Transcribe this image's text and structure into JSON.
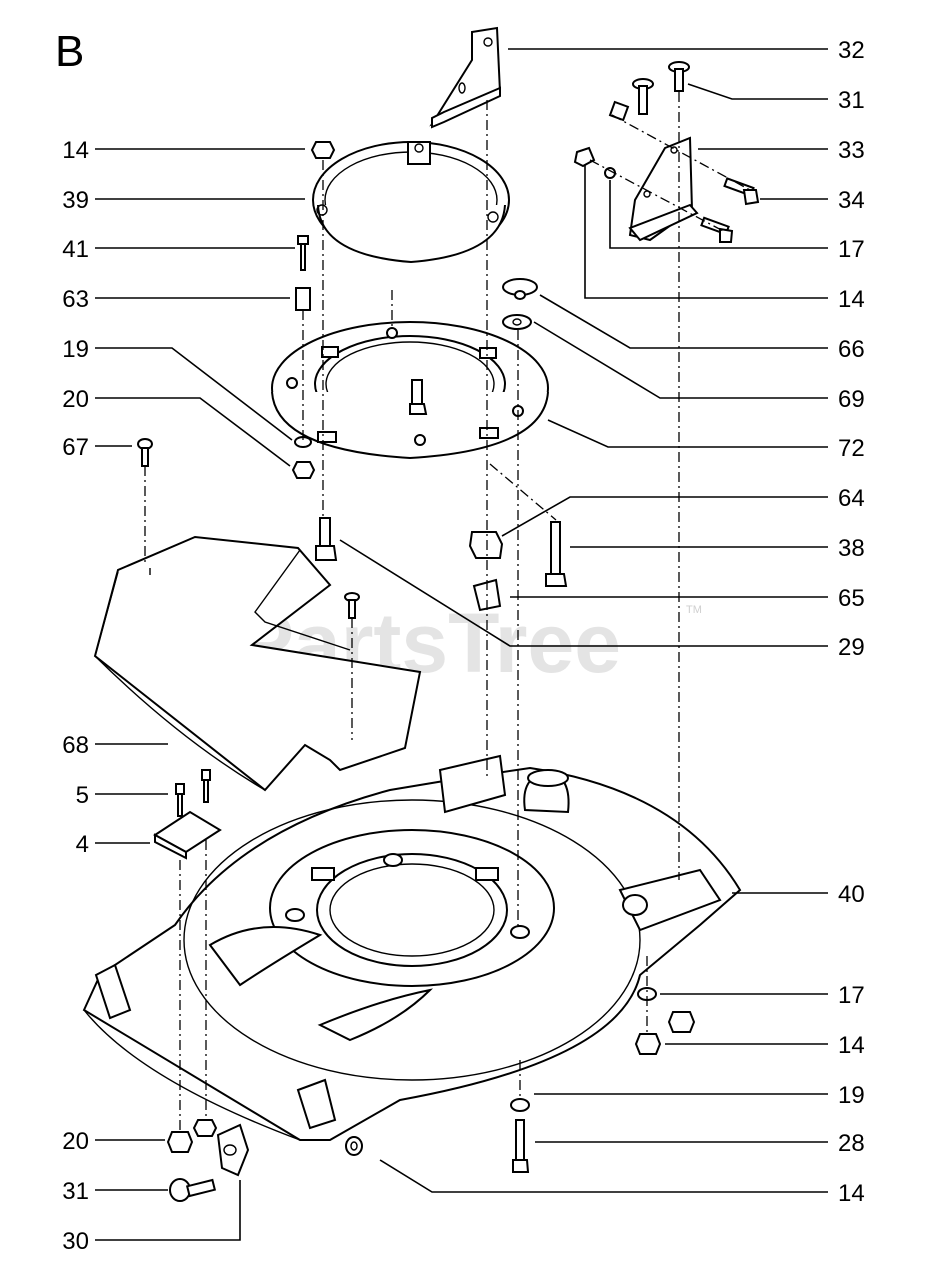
{
  "section_letter": "B",
  "watermark": "PartsTree",
  "watermark_mark": "TM",
  "callouts_left": [
    {
      "id": "14"
    },
    {
      "id": "39"
    },
    {
      "id": "41"
    },
    {
      "id": "63"
    },
    {
      "id": "19"
    },
    {
      "id": "20"
    },
    {
      "id": "67"
    },
    {
      "id": "68"
    },
    {
      "id": "5"
    },
    {
      "id": "4"
    },
    {
      "id": "20"
    },
    {
      "id": "31"
    },
    {
      "id": "30"
    }
  ],
  "callouts_right": [
    {
      "id": "32"
    },
    {
      "id": "31"
    },
    {
      "id": "33"
    },
    {
      "id": "34"
    },
    {
      "id": "17"
    },
    {
      "id": "14"
    },
    {
      "id": "66"
    },
    {
      "id": "69"
    },
    {
      "id": "72"
    },
    {
      "id": "64"
    },
    {
      "id": "38"
    },
    {
      "id": "65"
    },
    {
      "id": "29"
    },
    {
      "id": "40"
    },
    {
      "id": "17"
    },
    {
      "id": "14"
    },
    {
      "id": "19"
    },
    {
      "id": "28"
    },
    {
      "id": "14"
    }
  ]
}
